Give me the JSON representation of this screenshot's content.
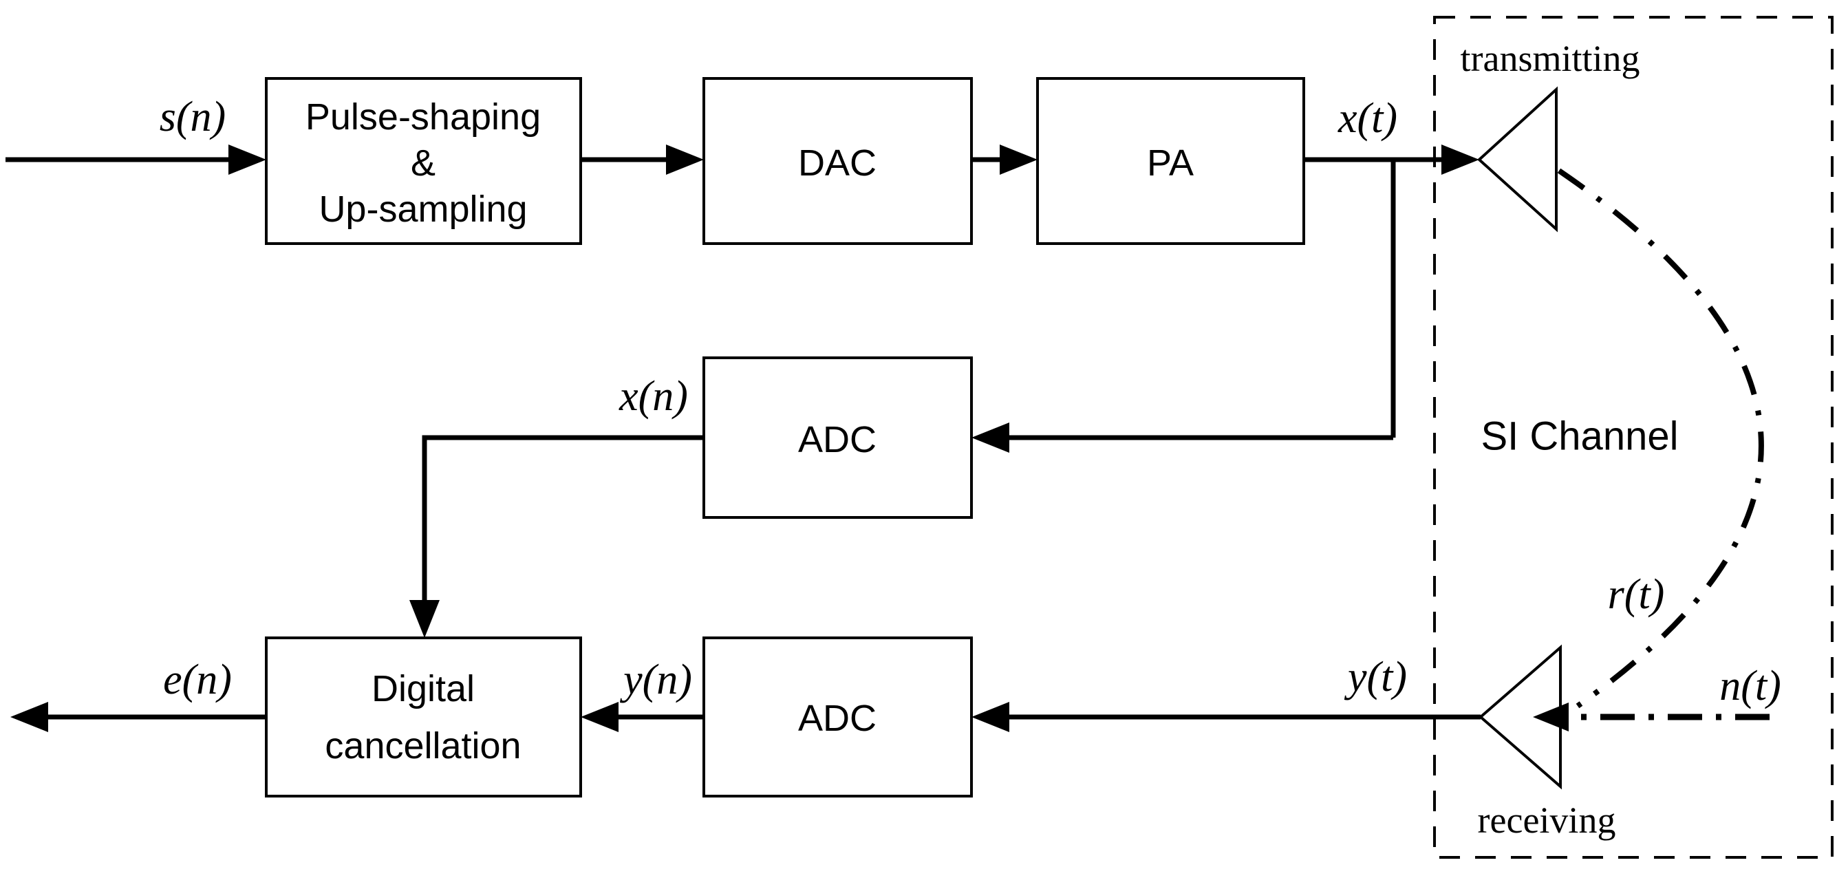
{
  "blocks": {
    "pulse_shaping": {
      "line1": "Pulse-shaping",
      "line2": "&",
      "line3": "Up-sampling"
    },
    "dac": "DAC",
    "pa": "PA",
    "adc_top": "ADC",
    "digital_cancellation": {
      "line1": "Digital",
      "line2": "cancellation"
    },
    "adc_bottom": "ADC"
  },
  "signals": {
    "s_n": "s(n)",
    "x_t": "x(t)",
    "x_n": "x(n)",
    "e_n": "e(n)",
    "y_n": "y(n)",
    "y_t": "y(t)",
    "r_t": "r(t)",
    "n_t": "n(t)"
  },
  "si_channel": {
    "label": "SI Channel",
    "transmitting_antenna": "transmitting",
    "receiving_antenna": "receiving"
  },
  "colors": {
    "ink": "#000000",
    "background": "#ffffff"
  }
}
